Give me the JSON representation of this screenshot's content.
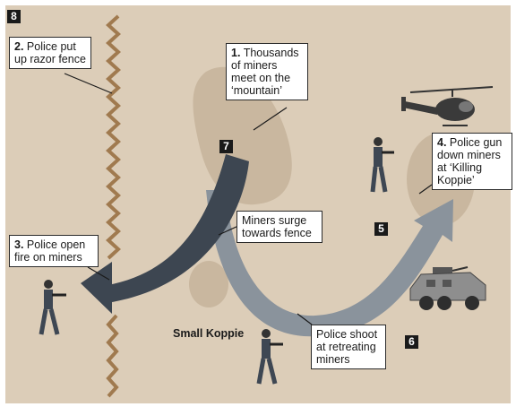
{
  "callouts": {
    "c1": {
      "num": "1.",
      "text": "Thousands of miners meet on the ‘mountain’"
    },
    "c2": {
      "num": "2.",
      "text": "Police put up razor fence"
    },
    "c3": {
      "num": "3.",
      "text": "Police open fire on miners"
    },
    "c4": {
      "num": "4.",
      "text": "Police gun down miners at ‘Killing Koppie’"
    },
    "surge": {
      "text": "Miners surge towards fence"
    },
    "shoot": {
      "text": "Police shoot at retreating miners"
    }
  },
  "badges": {
    "b8": "8",
    "b7": "7",
    "b5": "5",
    "b6": "6"
  },
  "labels": {
    "small_koppie": "Small Koppie"
  },
  "icons": [
    "helicopter-icon",
    "armoured-vehicle-icon",
    "police-officer-icon",
    "razor-fence-icon"
  ],
  "colors": {
    "ground": "#dccdb8",
    "koppie": "#c9b79f",
    "arrow_dark": "#3d4651",
    "arrow_light": "#8a939c",
    "fence": "#a07a4f"
  }
}
